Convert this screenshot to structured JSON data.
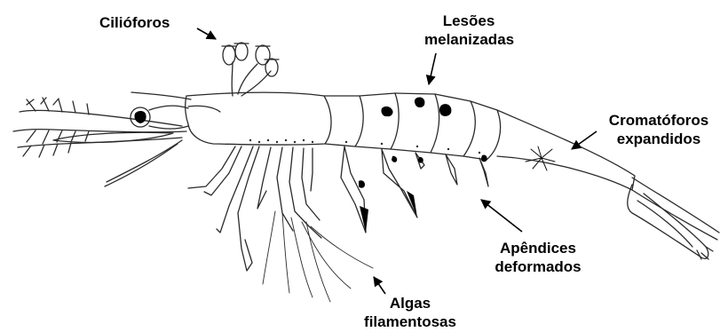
{
  "labels": {
    "ciliophores": "Cilióforos",
    "lesions_line1": "Lesões",
    "lesions_line2": "melanizadas",
    "chromatophores_line1": "Cromatóforos",
    "chromatophores_line2": "expandidos",
    "appendages_line1": "Apêndices",
    "appendages_line2": "deformados",
    "algae_line1": "Algas",
    "algae_line2": "filamentosas"
  },
  "colors": {
    "ink": "#000000",
    "outline": "#2a2a2a",
    "background": "#ffffff"
  }
}
